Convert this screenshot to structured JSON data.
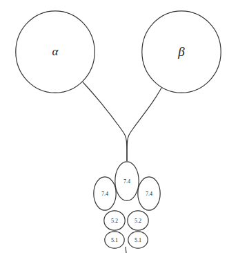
{
  "diagram": {
    "nodes": [
      {
        "text": [
          "α"
        ]
      },
      {
        "text": [
          "β"
        ]
      },
      {
        "text": [
          "7.4"
        ]
      },
      {
        "text": [
          "7.4"
        ]
      },
      {
        "text": [
          "7.4"
        ]
      },
      {
        "text": [
          "5.2"
        ]
      },
      {
        "text": [
          "5.2"
        ]
      },
      {
        "text": [
          "5.1"
        ]
      },
      {
        "text": [
          "5.1"
        ]
      }
    ],
    "edges": [
      {
        "from": 0,
        "to": 3,
        "arrow": "none"
      },
      {
        "from": 1,
        "to": 3,
        "arrow": "none"
      }
    ]
  }
}
